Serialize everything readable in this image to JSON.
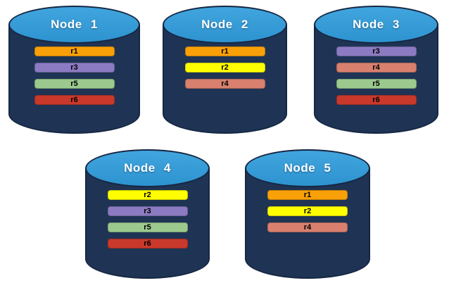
{
  "background_color": "#FFFFFF",
  "cylinder_style": {
    "body_color": "#1F3454",
    "outline_color": "#152743",
    "top_color": "#339FD9"
  },
  "replica_colors": {
    "r1": "#F9A008",
    "r2": "#FFFF00",
    "r3": "#8C7BC2",
    "r4": "#D9806E",
    "r5": "#9CC98E",
    "r6": "#C9392B"
  },
  "nodes": [
    {
      "label": "Node 1",
      "replicas": [
        {
          "id": "r1",
          "color": "#F9A008"
        },
        {
          "id": "r3",
          "color": "#8C7BC2"
        },
        {
          "id": "r5",
          "color": "#9CC98E"
        },
        {
          "id": "r6",
          "color": "#C9392B"
        }
      ]
    },
    {
      "label": "Node 2",
      "replicas": [
        {
          "id": "r1",
          "color": "#F9A008"
        },
        {
          "id": "r2",
          "color": "#FFFF00"
        },
        {
          "id": "r4",
          "color": "#D9806E"
        }
      ]
    },
    {
      "label": "Node 3",
      "replicas": [
        {
          "id": "r3",
          "color": "#8C7BC2"
        },
        {
          "id": "r4",
          "color": "#D9806E"
        },
        {
          "id": "r5",
          "color": "#9CC98E"
        },
        {
          "id": "r6",
          "color": "#C9392B"
        }
      ]
    },
    {
      "label": "Node 4",
      "replicas": [
        {
          "id": "r2",
          "color": "#FFFF00"
        },
        {
          "id": "r3",
          "color": "#8C7BC2"
        },
        {
          "id": "r5",
          "color": "#9CC98E"
        },
        {
          "id": "r6",
          "color": "#C9392B"
        }
      ]
    },
    {
      "label": "Node 5",
      "replicas": [
        {
          "id": "r1",
          "color": "#F9A008"
        },
        {
          "id": "r2",
          "color": "#FFFF00"
        },
        {
          "id": "r4",
          "color": "#D9806E"
        }
      ]
    }
  ]
}
